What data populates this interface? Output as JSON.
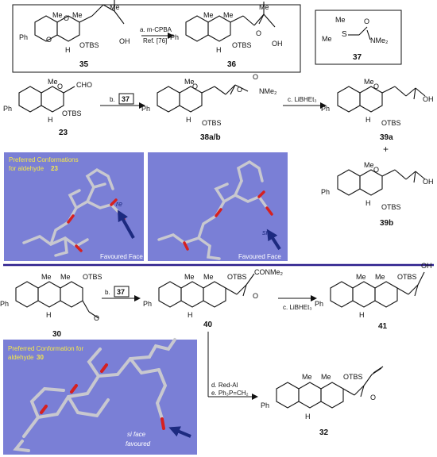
{
  "top_scheme": {
    "compound_35": "35",
    "compound_36": "36",
    "compound_37": "37",
    "step_a_line1": "a. m-CPBA",
    "step_a_line2": "Ref. [76]",
    "ylide_me_top": "Me",
    "ylide_me_left": "Me",
    "ylide_s": "S",
    "ylide_o": "O",
    "ylide_nme2": "NMe₂"
  },
  "middle_scheme": {
    "compound_23": "23",
    "compound_38": "38a/b",
    "compound_39a": "39a",
    "compound_39b": "39b",
    "plus": "+",
    "step_b": "b.",
    "step_b_reagent": "37",
    "step_c": "c. LiBHEt₃",
    "panel_left_title_line1": "Preferred Conformations",
    "panel_left_title_line2": "for aldehyde",
    "panel_left_title_num": "23",
    "panel_left_face_label": "re",
    "panel_left_caption": "Favoured Face",
    "panel_right_face_label": "si",
    "panel_right_caption": "Favoured Face"
  },
  "bottom_scheme": {
    "compound_30": "30",
    "compound_40": "40",
    "compound_41": "41",
    "compound_32": "32",
    "step_b": "b.",
    "step_b_reagent": "37",
    "step_c": "c. LiBHEt₃",
    "step_d": "d. Red-Al",
    "step_e": "e. Ph₃P=CH₂",
    "panel_title_line1": "Preferred Conformation for",
    "panel_title_line2": "aldehyde",
    "panel_title_num": "30",
    "panel_caption_line1": "si face",
    "panel_caption_line2": "favoured"
  },
  "labels": {
    "me": "Me",
    "h": "H",
    "o": "O",
    "ph": "Ph",
    "otbs": "OTBS",
    "oh": "OH",
    "cho": "CHO",
    "conme2": "CONMe₂",
    "nme2": "NMe₂"
  },
  "colors": {
    "panel_bg": "#7a7fd6",
    "panel_title": "#f5e84a",
    "divider": "#2b1d8c",
    "arrow_blue": "#1c2a80"
  }
}
